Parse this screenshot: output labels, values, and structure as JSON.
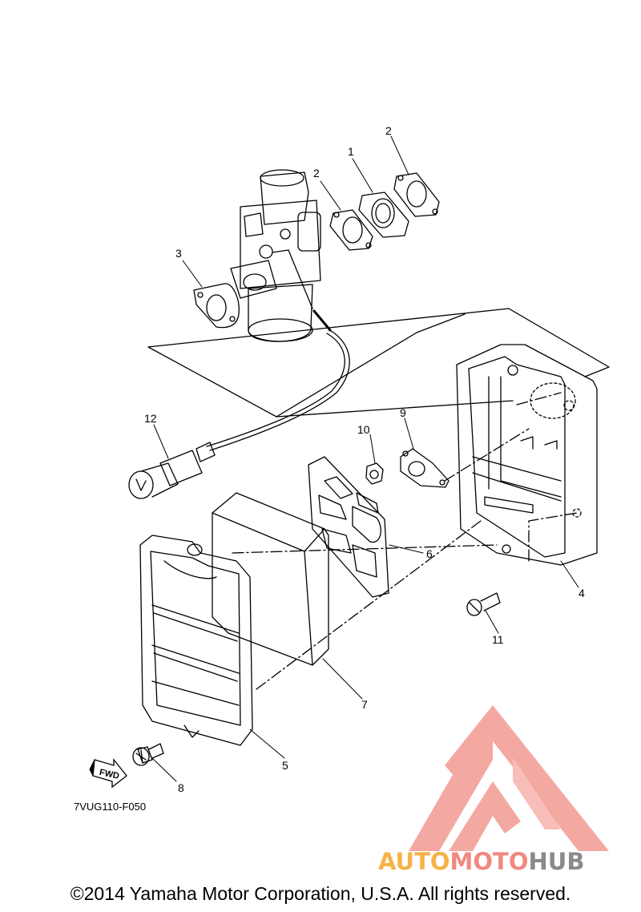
{
  "callouts": {
    "c1": "1",
    "c2a": "2",
    "c2b": "2",
    "c3": "3",
    "c4": "4",
    "c5": "5",
    "c6": "6",
    "c7": "7",
    "c8": "8",
    "c9": "9",
    "c10": "10",
    "c11": "11",
    "c12": "12"
  },
  "diagram_code": "7VUG110-F050",
  "fwd_label": "FWD",
  "watermark": {
    "part1": "AUTO",
    "part2": "MOTO",
    "part3": "HUB",
    "colors": {
      "auto": "#f5b247",
      "moto": "#f08a80",
      "hub": "#8a8a8a",
      "logo": "#f39a92"
    }
  },
  "copyright": "©2014 Yamaha Motor Corporation, U.S.A. All rights reserved."
}
